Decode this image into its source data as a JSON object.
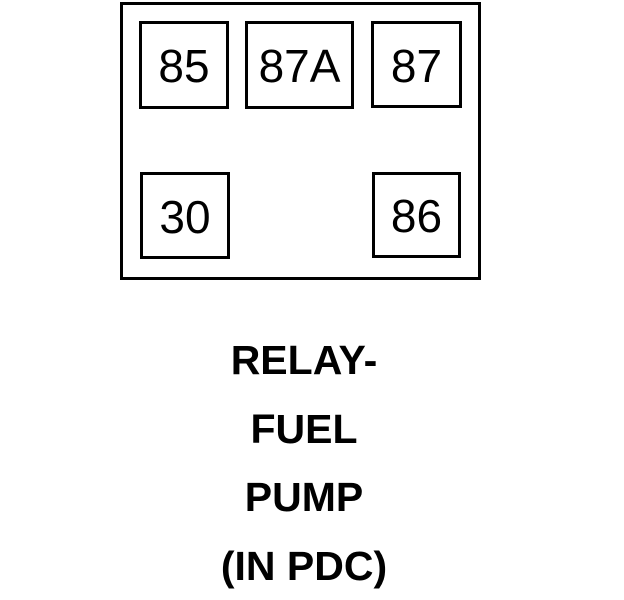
{
  "page": {
    "background_color": "#ffffff",
    "stroke_color": "#000000"
  },
  "diagram": {
    "type": "relay-pinout",
    "pins": [
      {
        "label": "85",
        "position": "top-left"
      },
      {
        "label": "87A",
        "position": "top-center"
      },
      {
        "label": "87",
        "position": "top-right"
      },
      {
        "label": "30",
        "position": "bottom-left"
      },
      {
        "label": "86",
        "position": "bottom-right"
      }
    ],
    "caption_lines": [
      "RELAY-",
      "FUEL",
      "PUMP",
      "(IN PDC)"
    ]
  }
}
